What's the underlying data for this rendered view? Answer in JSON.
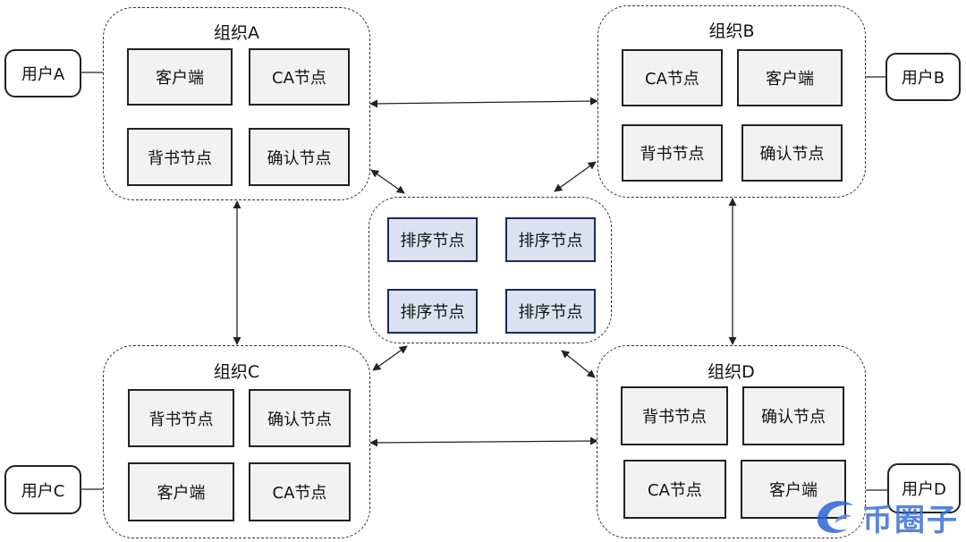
{
  "orgs": {
    "a": {
      "title": "组织A",
      "client": "客户端",
      "ca": "CA节点",
      "endorse": "背书节点",
      "confirm": "确认节点"
    },
    "b": {
      "title": "组织B",
      "client": "客户端",
      "ca": "CA节点",
      "endorse": "背书节点",
      "confirm": "确认节点"
    },
    "c": {
      "title": "组织C",
      "client": "客户端",
      "ca": "CA节点",
      "endorse": "背书节点",
      "confirm": "确认节点"
    },
    "d": {
      "title": "组织D",
      "client": "客户端",
      "ca": "CA节点",
      "endorse": "背书节点",
      "confirm": "确认节点"
    }
  },
  "orderers": [
    "排序节点",
    "排序节点",
    "排序节点",
    "排序节点"
  ],
  "users": {
    "a": "用户A",
    "b": "用户B",
    "c": "用户C",
    "d": "用户D"
  },
  "watermark": {
    "text": "币圈子",
    "icon": "wave-logo-icon"
  },
  "colors": {
    "node_fill": "#f2f2f2",
    "orderer_fill": "#dbe3f3",
    "orderer_border": "#1a2a5a"
  }
}
